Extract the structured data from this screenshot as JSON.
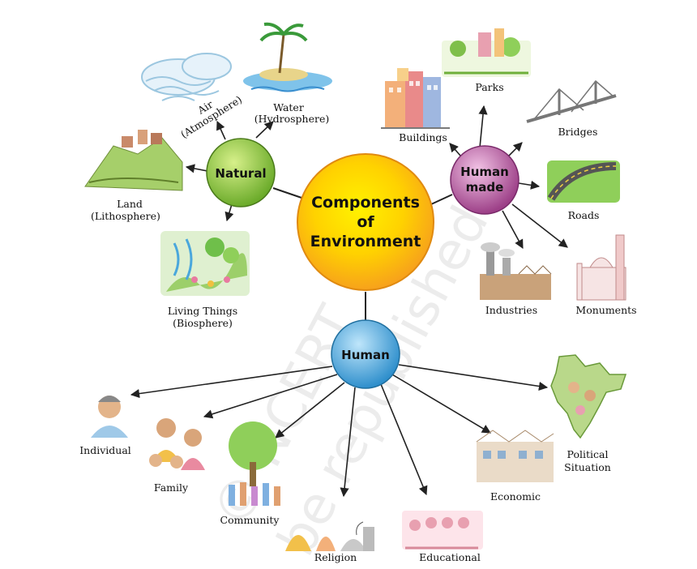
{
  "center": {
    "lines": [
      "Components",
      "of",
      "Environment"
    ]
  },
  "hubs": {
    "natural": {
      "label": "Natural"
    },
    "human_made": {
      "lines": [
        "Human",
        "made"
      ]
    },
    "human": {
      "label": "Human"
    }
  },
  "natural_items": {
    "air": {
      "lines": [
        "Air",
        "(Atmosphere)"
      ]
    },
    "water": {
      "lines": [
        "Water",
        "(Hydrosphere)"
      ]
    },
    "land": {
      "lines": [
        "Land",
        "(Lithosphere)"
      ]
    },
    "living": {
      "lines": [
        "Living Things",
        "(Biosphere)"
      ]
    }
  },
  "human_made_items": {
    "parks": "Parks",
    "buildings": "Buildings",
    "bridges": "Bridges",
    "roads": "Roads",
    "industries": "Industries",
    "monuments": "Monuments"
  },
  "human_items": {
    "individual": "Individual",
    "family": "Family",
    "community": "Community",
    "religion": "Religion",
    "educational": "Educational",
    "economic": "Economic",
    "political": {
      "lines": [
        "Political",
        "Situation"
      ]
    }
  },
  "watermark": {
    "line1": "© NCERT",
    "line2": "be republished"
  },
  "colors": {
    "center_outer": "#f7a21b",
    "center_inner": "#fff200",
    "natural": "#8cc63f",
    "human_made": "#b5589e",
    "human": "#4aa7dc",
    "line": "#222222"
  }
}
